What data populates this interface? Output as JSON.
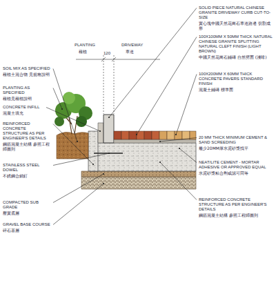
{
  "diagram": {
    "labels": [
      "PLANTING",
      "種植",
      "120",
      "DRIVEWAY",
      "車道",
      "SOLID PIECE NATURAL CHINESE GRANITE DRIVEWAY CURB CUT-TO-SIZE",
      "實心塊中國天然花崗石車道路邊 切割成形",
      "100X100MM X 50MM THICK NATURAL CHINESE GRANITE SPLITTING NATURAL CLEFT FINISH (LIGHT BROWN)",
      "中國天然花崗石鋪磚 自然劈面 (淺啡)",
      "100X200MM X 60MM THICK CONCRETE PAVERS STANDARD FINISH",
      "混凝土鋪磚 標準面",
      "20 MM THICK MINIMUM CEMENT & SAND SCREEDING",
      "最少20MM厚水泥砂漿找平",
      "NEAT/LITE CEMENT - MORTAR ADHESIVE OR APPROVED EQUAL",
      "水泥砂漿粘合劑或認可同等",
      "REINFORCED CONCRETE STRUCTURE AS PER ENGINEER'S DETAILS",
      "鋼筋混凝土結構 參照工程師圖則",
      "SOIL MIX AS SPECIFIED",
      "種植土混合物 見規格說明",
      "PLANTING AS SPECIFIED",
      "種植見種植說明",
      "CONCRETE INFILL",
      "混凝土填充",
      "REINFORCED CONCRETE STRUCTURE AS PER ENGINEER'S DETAILS",
      "鋼筋混凝土結構 參照工程師圖則",
      "STAINLESS STEEL DOWEL",
      "不銹鋼合銷釘",
      "COMPACTED SUB GRADE",
      "壓實底層",
      "GRAVEL BASE COURSE",
      "碎石基層"
    ]
  }
}
